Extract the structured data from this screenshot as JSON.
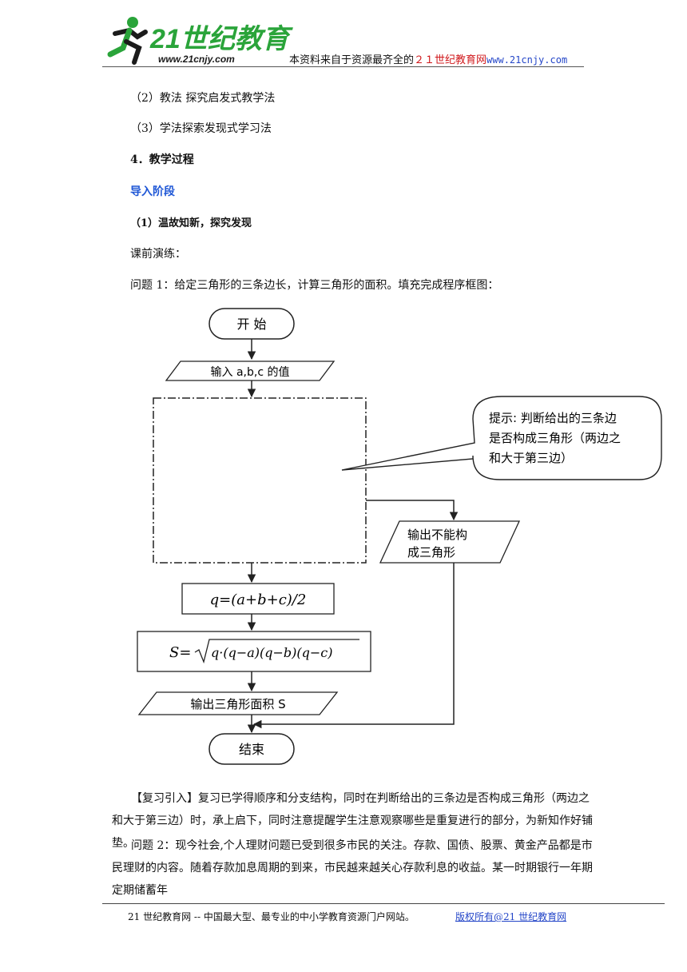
{
  "header": {
    "logo_main": "21世纪教育",
    "logo_url": "www.21cnjy.com",
    "text_before": "本资料来自于资源最齐全的",
    "text_red": "２１世纪教育网",
    "text_url": "www.21cnjy.com"
  },
  "body": {
    "line_method": "（2）教法 探究启发式教学法",
    "line_learn": "（3）学法探索发现式学习法",
    "section4": "4．教学过程",
    "stage": "导入阶段",
    "sub1": "（1）温故知新，探究发现",
    "pre": "课前演练：",
    "q1": "问题 1：给定三角形的三条边长，计算三角形的面积。填充完成程序框图：",
    "review_label": "【复习引入】",
    "review_text": "复习已学得顺序和分支结构，同时在判断给出的三条边是否构成三角形（两边之和大于第三边）时，承上启下，同时注意提醒学生注意观察哪些是重复进行的部分，为新知作好铺垫。",
    "q2": "问题 2：现今社会,个人理财问题已受到很多市民的关注。存款、国债、股票、黄金产品都是市民理财的内容。随着存款加息周期的到来，市民越来越关心存款利息的收益。某一时期银行一年期定期储蓄年"
  },
  "flowchart": {
    "start": "开 始",
    "input": "输入 a,b,c 的值",
    "hint_line1": "提示: 判断给出的三条边",
    "hint_line2": "是否构成三角形（两边之",
    "hint_line3": "和大于第三边）",
    "no_line1": "输出不能构",
    "no_line2": "成三角形",
    "q_formula": "q=(a+b+c)/2",
    "s_left": "S=",
    "s_radicand": "q·(q−a)(q−b)(q−c)",
    "output": "输出三角形面积 S",
    "end": "结束"
  },
  "footer": {
    "left": "21 世纪教育网 -- 中国最大型、最专业的中小学教育资源门户网站。",
    "link": "版权所有@21 世纪教育网"
  }
}
